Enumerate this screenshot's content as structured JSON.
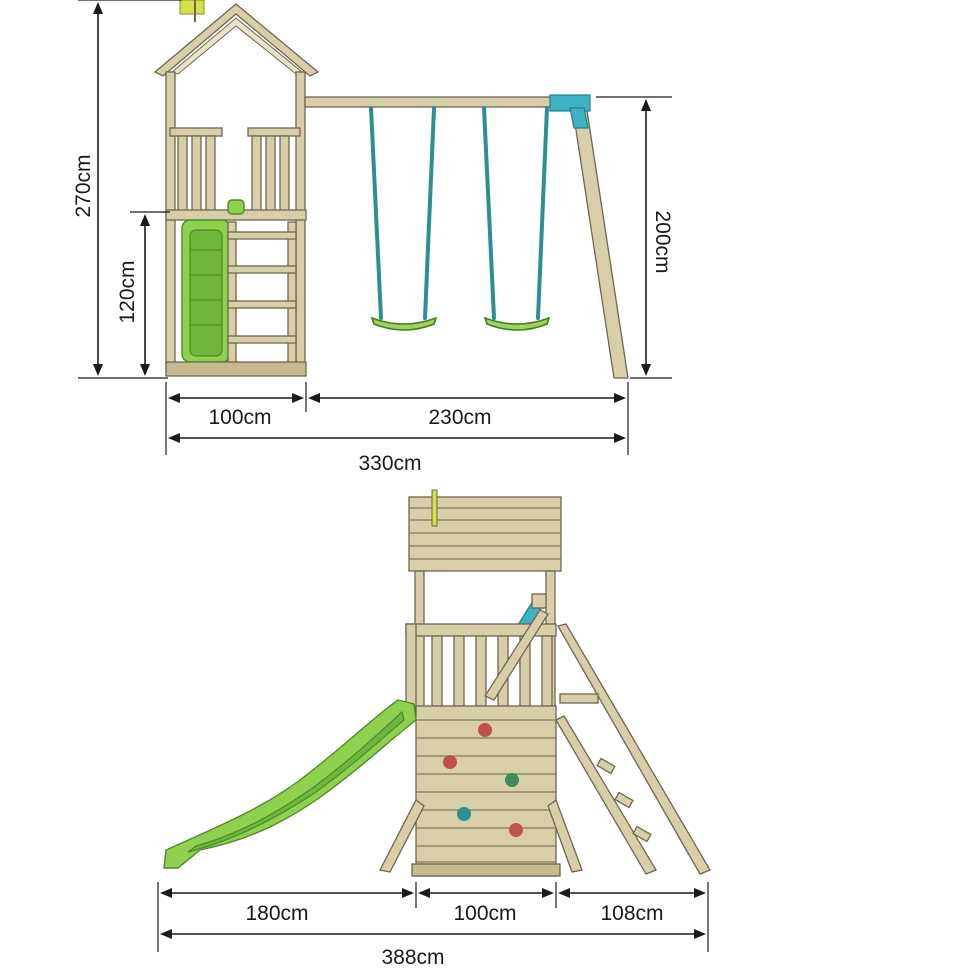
{
  "side_view": {
    "height_total": "270cm",
    "height_platform": "120cm",
    "height_swing": "200cm",
    "width_tower": "100cm",
    "width_swing": "230cm",
    "width_total": "330cm"
  },
  "front_view": {
    "width_slide": "180cm",
    "width_tower": "100cm",
    "width_ladder": "108cm",
    "width_total": "388cm"
  },
  "colors": {
    "wood": "#d8cfa8",
    "slide": "#8fd14f",
    "chain": "#2c8f96",
    "bracket": "#3db2c4",
    "flag": "#d6e04a"
  }
}
